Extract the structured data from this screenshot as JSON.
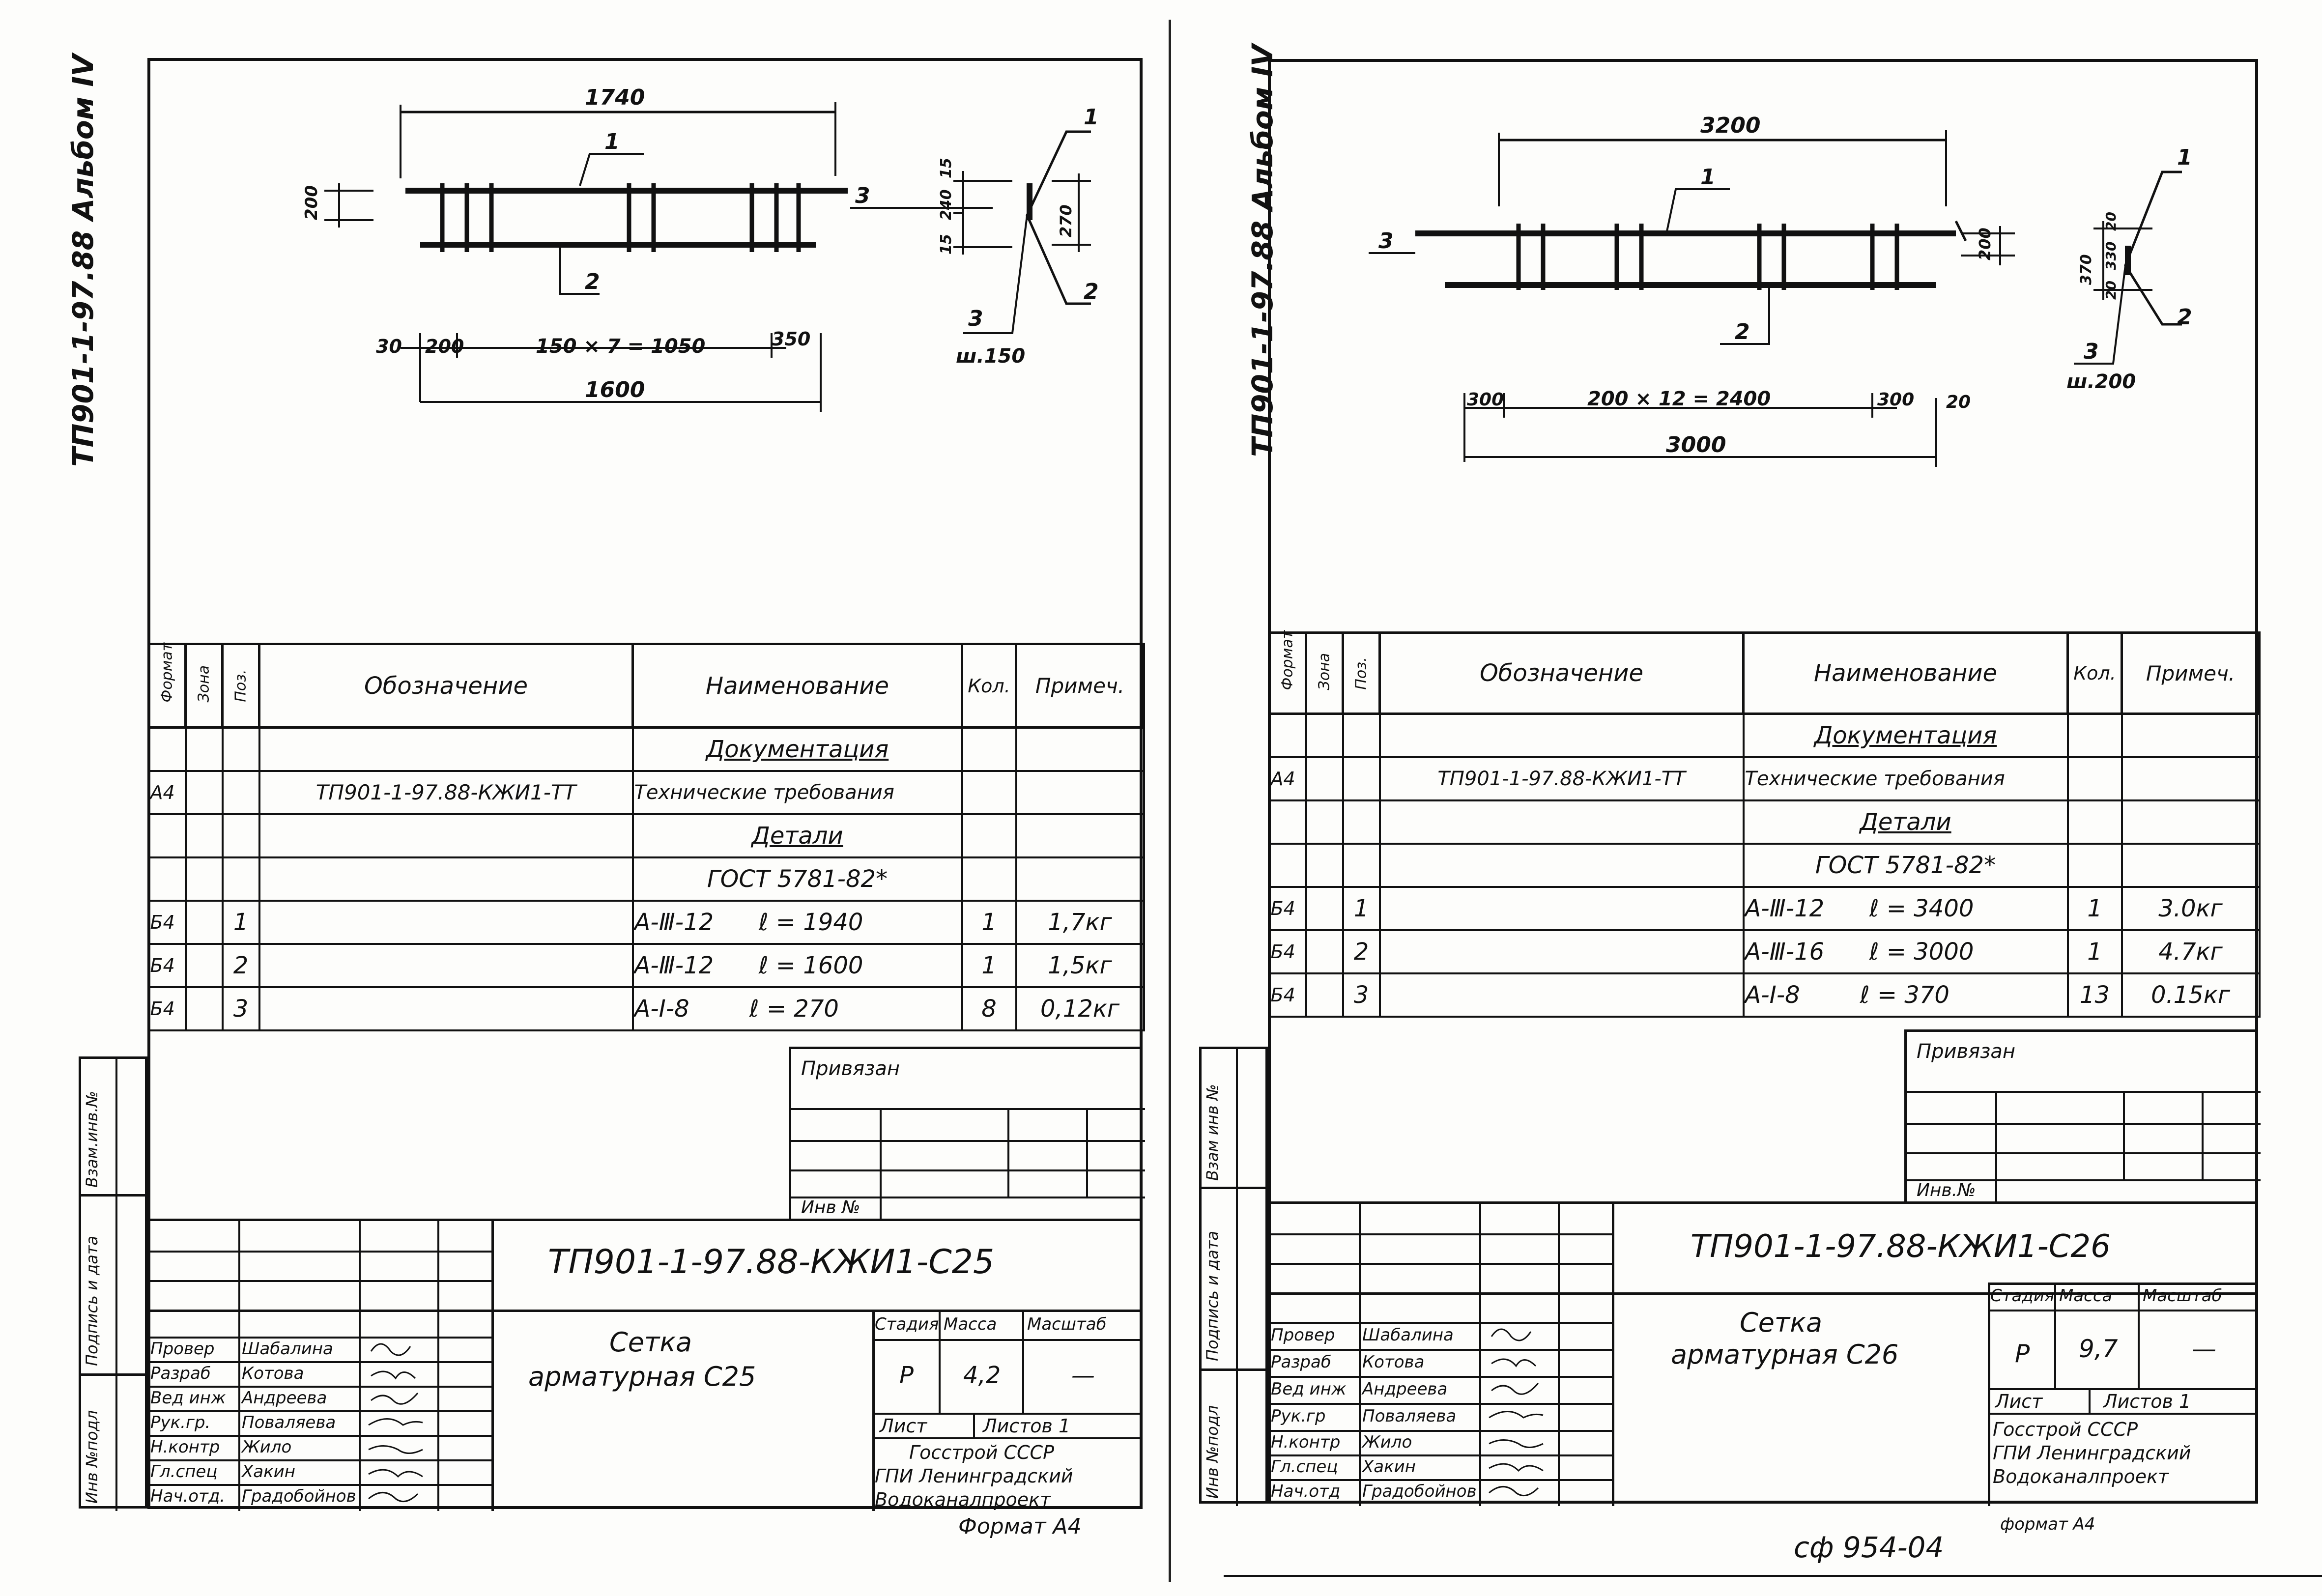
{
  "sheets": [
    {
      "side_label": "ТП901-1-97.88 Альбом IV",
      "drawing": {
        "dim_top": "1740",
        "dim_left_height": "200",
        "pos1": "1",
        "pos2": "2",
        "pos3": "3",
        "dim_b_30": "30",
        "dim_b_200": "200",
        "dim_b_mid": "150 × 7 = 1050",
        "dim_b_350": "350",
        "dim_total": "1600",
        "sec_15a": "15",
        "sec_240": "240",
        "sec_15b": "15",
        "sec_270": "270",
        "sec_pos1": "1",
        "sec_pos2": "2",
        "sec_pos3": "3",
        "sec_step": "ш.150"
      },
      "table": {
        "headers": [
          "Формат",
          "Зона",
          "Поз.",
          "Обозначение",
          "Наименование",
          "Кол.",
          "Примеч."
        ],
        "rows": [
          [
            "",
            "",
            "",
            "",
            "Документация",
            "",
            ""
          ],
          [
            "А4",
            "",
            "",
            "ТП901-1-97.88-КЖИ1-ТТ",
            "Технические требования",
            "",
            ""
          ],
          [
            "",
            "",
            "",
            "",
            "Детали",
            "",
            ""
          ],
          [
            "",
            "",
            "",
            "",
            "ГОСТ 5781-82*",
            "",
            ""
          ],
          [
            "Б4",
            "",
            "1",
            "",
            "А-Ⅲ-12      ℓ = 1940",
            "1",
            "1,7кг"
          ],
          [
            "Б4",
            "",
            "2",
            "",
            "А-Ⅲ-12      ℓ = 1600",
            "1",
            "1,5кг"
          ],
          [
            "Б4",
            "",
            "3",
            "",
            "А-Ⅰ-8        ℓ = 270",
            "8",
            "0,12кг"
          ]
        ]
      },
      "privyazan": "Привязан",
      "inv_no": "Инв №",
      "stamp": {
        "code": "ТП901-1-97.88-КЖИ1-С25",
        "title_line1": "Сетка",
        "title_line2": "арматурная С25",
        "stage_label": "Стадия",
        "mass_label": "Масса",
        "scale_label": "Масштаб",
        "stage": "Р",
        "mass": "4,2",
        "scale": "—",
        "sheet_label": "Лист",
        "sheets_label": "Листов 1",
        "org1": "Госстрой СССР",
        "org2": "ГПИ Ленинградский",
        "org3": "Водоканалпроект",
        "people": [
          [
            "Провер",
            "Шабалина"
          ],
          [
            "Разраб",
            "Котова"
          ],
          [
            "Вед инж",
            "Андреева"
          ],
          [
            "Рук.гр.",
            "Поваляева"
          ],
          [
            "Н.контр",
            "Жило"
          ],
          [
            "Гл.спец",
            "Хакин"
          ],
          [
            "Нач.отд.",
            "Градобойнов"
          ]
        ]
      },
      "side_boxes": [
        "Взам.инв.№",
        "Подпись и дата",
        "Инв №подл"
      ],
      "format_label": "Формат А4"
    },
    {
      "side_label": "ТП901-1-97.88 Альбом IV",
      "drawing": {
        "dim_top": "3200",
        "dim_right_height": "200",
        "pos1": "1",
        "pos2": "2",
        "pos3": "3",
        "dim_b_300a": "300",
        "dim_b_mid": "200 × 12 = 2400",
        "dim_b_300b": "300",
        "dim_b_20": "20",
        "dim_total": "3000",
        "sec_370": "370",
        "sec_20a": "20",
        "sec_330": "330",
        "sec_20b": "20",
        "sec_pos1": "1",
        "sec_pos2": "2",
        "sec_pos3": "3",
        "sec_step": "ш.200"
      },
      "table": {
        "headers": [
          "Формат",
          "Зона",
          "Поз.",
          "Обозначение",
          "Наименование",
          "Кол.",
          "Примеч."
        ],
        "rows": [
          [
            "",
            "",
            "",
            "",
            "Документация",
            "",
            ""
          ],
          [
            "А4",
            "",
            "",
            "ТП901-1-97.88-КЖИ1-ТТ",
            "Технические требования",
            "",
            ""
          ],
          [
            "",
            "",
            "",
            "",
            "Детали",
            "",
            ""
          ],
          [
            "",
            "",
            "",
            "",
            "ГОСТ 5781-82*",
            "",
            ""
          ],
          [
            "Б4",
            "",
            "1",
            "",
            "А-Ⅲ-12      ℓ = 3400",
            "1",
            "3.0кг"
          ],
          [
            "Б4",
            "",
            "2",
            "",
            "А-Ⅲ-16      ℓ = 3000",
            "1",
            "4.7кг"
          ],
          [
            "Б4",
            "",
            "3",
            "",
            "А-Ⅰ-8        ℓ = 370",
            "13",
            "0.15кг"
          ]
        ]
      },
      "privyazan": "Привязан",
      "inv_no": "Инв.№",
      "stamp": {
        "code": "ТП901-1-97.88-КЖИ1-С26",
        "title_line1": "Сетка",
        "title_line2": "арматурная С26",
        "stage_label": "Стадия",
        "mass_label": "Масса",
        "scale_label": "Масштаб",
        "stage": "Р",
        "mass": "9,7",
        "scale": "—",
        "sheet_label": "Лист",
        "sheets_label": "Листов 1",
        "org1": "Госстрой СССР",
        "org2": "ГПИ Ленинградский",
        "org3": "Водоканалпроект",
        "people": [
          [
            "Провер",
            "Шабалина"
          ],
          [
            "Разраб",
            "Котова"
          ],
          [
            "Вед инж",
            "Андреева"
          ],
          [
            "Рук.гр",
            "Поваляева"
          ],
          [
            "Н.контр",
            "Жило"
          ],
          [
            "Гл.спец",
            "Хакин"
          ],
          [
            "Нач.отд",
            "Градобойнов"
          ]
        ]
      },
      "side_boxes": [
        "Взам инв №",
        "Подпись и дата",
        "Инв №подл"
      ],
      "format_label": "формат А4"
    }
  ],
  "bottom_code": "сф 954-04"
}
